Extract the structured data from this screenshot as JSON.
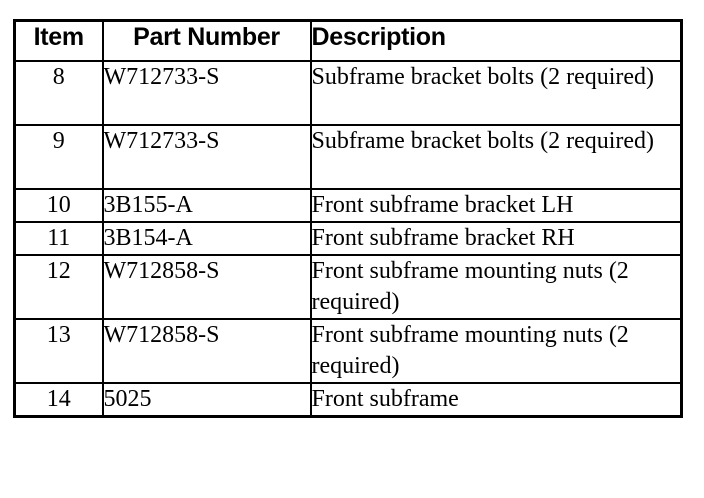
{
  "document": {
    "type": "parts-list-table",
    "background_color": "#ffffff",
    "text_color": "#000000",
    "border_color": "#000000"
  },
  "table": {
    "columns": [
      {
        "key": "item",
        "label": "Item",
        "align": "center"
      },
      {
        "key": "part_number",
        "label": "Part Number",
        "align": "center"
      },
      {
        "key": "description",
        "label": "Description",
        "align": "left"
      }
    ],
    "rows": [
      {
        "item": "8",
        "part_number": "W712733-S",
        "description": "Subframe bracket bolts (2 required)",
        "lines": 2
      },
      {
        "item": "9",
        "part_number": "W712733-S",
        "description": "Subframe bracket bolts (2 required)",
        "lines": 2
      },
      {
        "item": "10",
        "part_number": "3B155-A",
        "description": "Front subframe bracket LH",
        "lines": 1
      },
      {
        "item": "11",
        "part_number": "3B154-A",
        "description": "Front subframe bracket RH",
        "lines": 1
      },
      {
        "item": "12",
        "part_number": "W712858-S",
        "description": "Front subframe mounting nuts (2 required)",
        "lines": 2
      },
      {
        "item": "13",
        "part_number": "W712858-S",
        "description": "Front subframe mounting nuts (2 required)",
        "lines": 2
      },
      {
        "item": "14",
        "part_number": "5025",
        "description": "Front subframe",
        "lines": 1
      }
    ]
  }
}
